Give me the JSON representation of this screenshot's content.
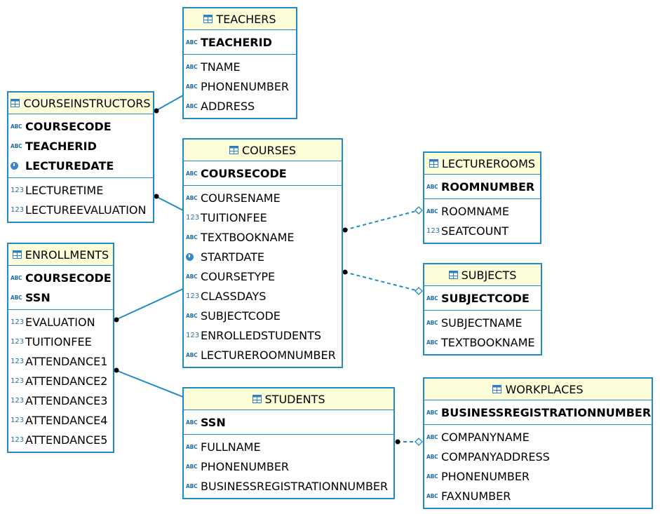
{
  "tables": [
    {
      "id": "teachers",
      "name": "TEACHERS",
      "pk": [
        {
          "name": "TEACHERID",
          "type": "abc"
        }
      ],
      "cols": [
        {
          "name": "TNAME",
          "type": "abc"
        },
        {
          "name": "PHONENUMBER",
          "type": "abc"
        },
        {
          "name": "ADDRESS",
          "type": "abc"
        }
      ]
    },
    {
      "id": "courseinstructors",
      "name": "COURSEINSTRUCTORS",
      "pk": [
        {
          "name": "COURSECODE",
          "type": "abc"
        },
        {
          "name": "TEACHERID",
          "type": "abc"
        },
        {
          "name": "LECTUREDATE",
          "type": "date"
        }
      ],
      "cols": [
        {
          "name": "LECTURETIME",
          "type": "num"
        },
        {
          "name": "LECTUREEVALUATION",
          "type": "num"
        }
      ]
    },
    {
      "id": "courses",
      "name": "COURSES",
      "pk": [
        {
          "name": "COURSECODE",
          "type": "abc"
        }
      ],
      "cols": [
        {
          "name": "COURSENAME",
          "type": "abc"
        },
        {
          "name": "TUITIONFEE",
          "type": "num"
        },
        {
          "name": "TEXTBOOKNAME",
          "type": "abc"
        },
        {
          "name": "STARTDATE",
          "type": "date"
        },
        {
          "name": "COURSETYPE",
          "type": "abc"
        },
        {
          "name": "CLASSDAYS",
          "type": "num"
        },
        {
          "name": "SUBJECTCODE",
          "type": "abc"
        },
        {
          "name": "ENROLLEDSTUDENTS",
          "type": "num"
        },
        {
          "name": "LECTUREROOMNUMBER",
          "type": "abc"
        }
      ]
    },
    {
      "id": "lecturerooms",
      "name": "LECTUREROOMS",
      "pk": [
        {
          "name": "ROOMNUMBER",
          "type": "abc"
        }
      ],
      "cols": [
        {
          "name": "ROOMNAME",
          "type": "abc"
        },
        {
          "name": "SEATCOUNT",
          "type": "num"
        }
      ]
    },
    {
      "id": "subjects",
      "name": "SUBJECTS",
      "pk": [
        {
          "name": "SUBJECTCODE",
          "type": "abc"
        }
      ],
      "cols": [
        {
          "name": "SUBJECTNAME",
          "type": "abc"
        },
        {
          "name": "TEXTBOOKNAME",
          "type": "abc"
        }
      ]
    },
    {
      "id": "enrollments",
      "name": "ENROLLMENTS",
      "pk": [
        {
          "name": "COURSECODE",
          "type": "abc"
        },
        {
          "name": "SSN",
          "type": "abc"
        }
      ],
      "cols": [
        {
          "name": "EVALUATION",
          "type": "num"
        },
        {
          "name": "TUITIONFEE",
          "type": "num"
        },
        {
          "name": "ATTENDANCE1",
          "type": "num"
        },
        {
          "name": "ATTENDANCE2",
          "type": "num"
        },
        {
          "name": "ATTENDANCE3",
          "type": "num"
        },
        {
          "name": "ATTENDANCE4",
          "type": "num"
        },
        {
          "name": "ATTENDANCE5",
          "type": "num"
        }
      ]
    },
    {
      "id": "students",
      "name": "STUDENTS",
      "pk": [
        {
          "name": "SSN",
          "type": "abc"
        }
      ],
      "cols": [
        {
          "name": "FULLNAME",
          "type": "abc"
        },
        {
          "name": "PHONENUMBER",
          "type": "abc"
        },
        {
          "name": "BUSINESSREGISTRATIONNUMBER",
          "type": "abc"
        }
      ]
    },
    {
      "id": "workplaces",
      "name": "WORKPLACES",
      "pk": [
        {
          "name": "BUSINESSREGISTRATIONNUMBER",
          "type": "abc"
        }
      ],
      "cols": [
        {
          "name": "COMPANYNAME",
          "type": "abc"
        },
        {
          "name": "COMPANYADDRESS",
          "type": "abc"
        },
        {
          "name": "PHONENUMBER",
          "type": "abc"
        },
        {
          "name": "FAXNUMBER",
          "type": "abc"
        }
      ]
    }
  ],
  "relationships": [
    {
      "from": "courseinstructors",
      "to": "teachers",
      "style": "solid"
    },
    {
      "from": "courseinstructors",
      "to": "courses",
      "style": "solid"
    },
    {
      "from": "enrollments",
      "to": "courses",
      "style": "solid"
    },
    {
      "from": "enrollments",
      "to": "students",
      "style": "solid"
    },
    {
      "from": "courses",
      "to": "lecturerooms",
      "style": "dashed"
    },
    {
      "from": "courses",
      "to": "subjects",
      "style": "dashed"
    },
    {
      "from": "students",
      "to": "workplaces",
      "style": "dashed"
    }
  ],
  "icon_labels": {
    "abc": "ABC",
    "num": "123"
  },
  "colors": {
    "border": "#1f8cc8",
    "header_bg": "#fdfdd8",
    "connector": "#1f8cc8"
  }
}
